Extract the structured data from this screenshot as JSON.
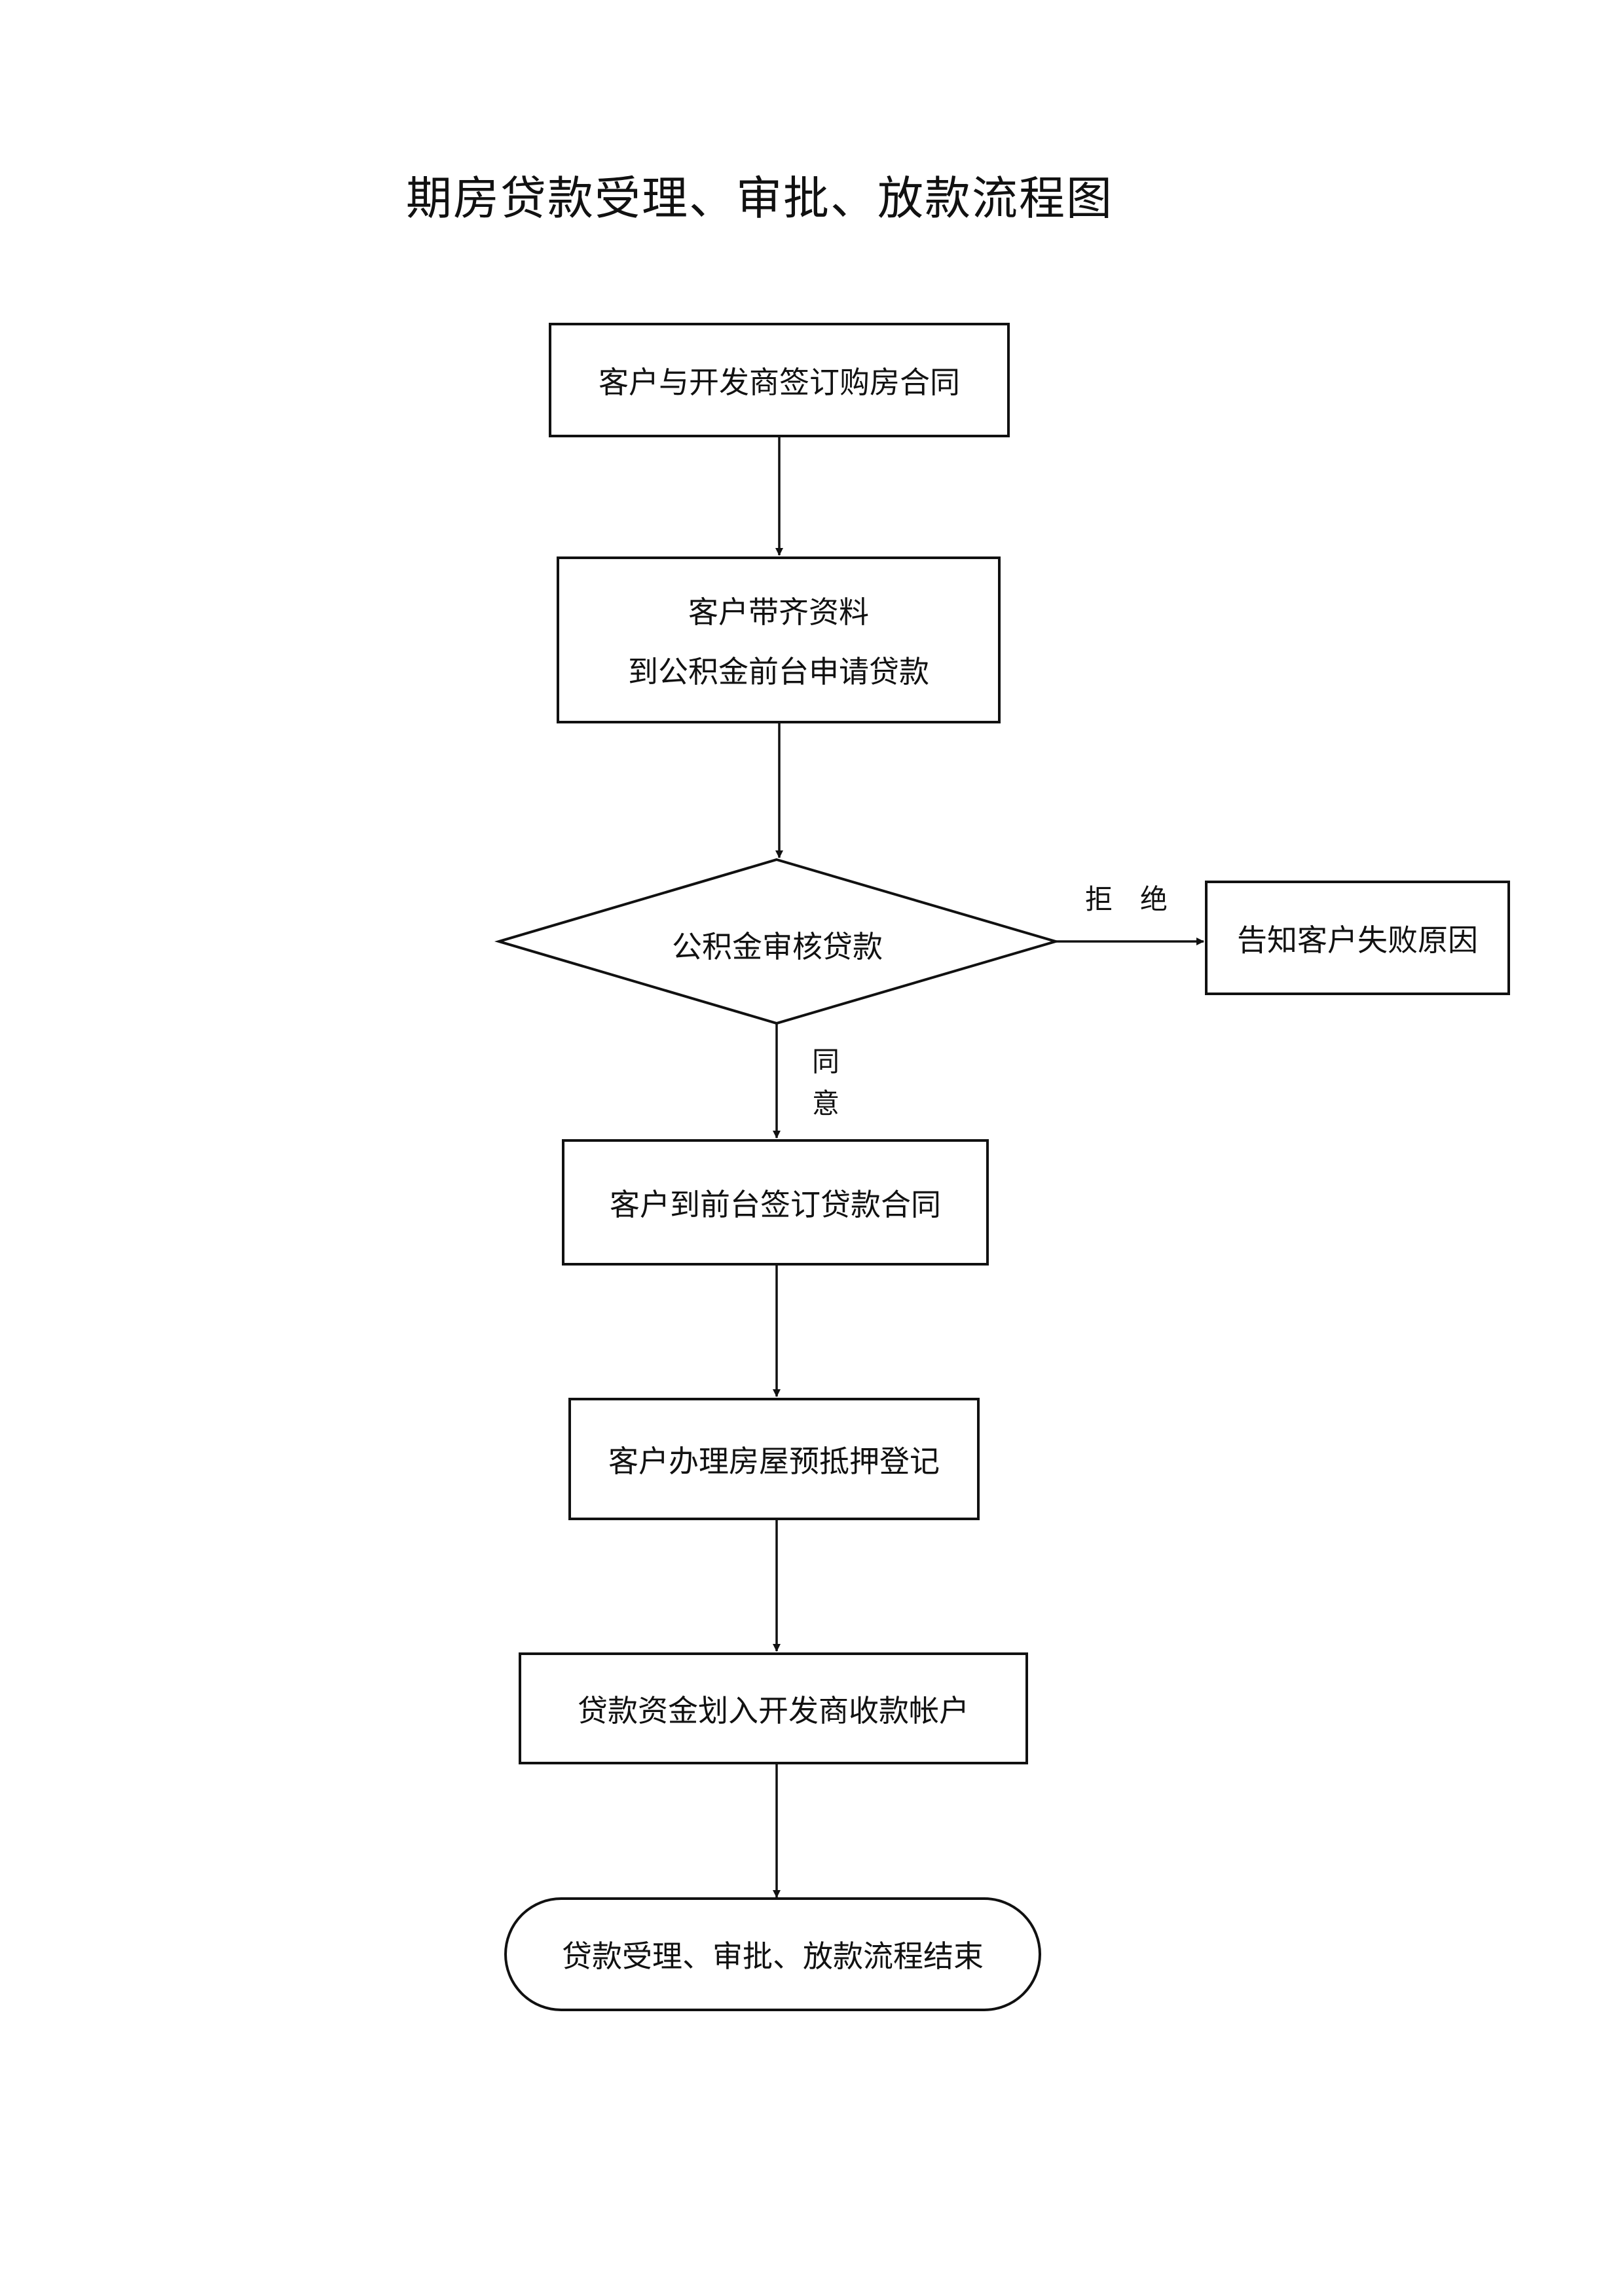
{
  "title": "期房贷款受理、审批、放款流程图",
  "steps": {
    "s1": "客户与开发商签订购房合同",
    "s2_line1": "客户带齐资料",
    "s2_line2": "到公积金前台申请贷款",
    "decision": "公积金审核贷款",
    "reject_box": "告知客户失败原因",
    "s3": "客户到前台签订贷款合同",
    "s4": "客户办理房屋预抵押登记",
    "s5": "贷款资金划入开发商收款帐户",
    "end": "贷款受理、审批、放款流程结束"
  },
  "edges": {
    "reject_label": "拒　绝",
    "approve_label_1": "同",
    "approve_label_2": "意"
  },
  "colors": {
    "line": "#111111",
    "background": "#ffffff"
  }
}
